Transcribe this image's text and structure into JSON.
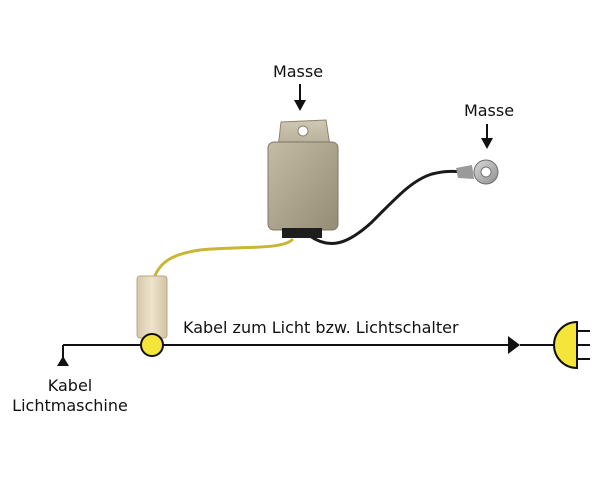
{
  "labels": {
    "ground_top": "Masse",
    "ground_right": "Masse",
    "light_cable": "Kabel zum Licht bzw. Lichtschalter",
    "alternator_cable_line1": "Kabel",
    "alternator_cable_line2": "Lichtmaschine"
  },
  "colors": {
    "line": "#111111",
    "junction_fill": "#f5e53a",
    "lamp_fill": "#f5e53a",
    "yellow_wire": "#c9b636",
    "black_wire": "#1a1a1a",
    "regulator_body": "#b0a88f",
    "connector_body": "#e2d4b8"
  },
  "icons": [
    "regulator-module",
    "ring-terminal",
    "crimp-connector",
    "junction-dot",
    "lamp-symbol"
  ]
}
